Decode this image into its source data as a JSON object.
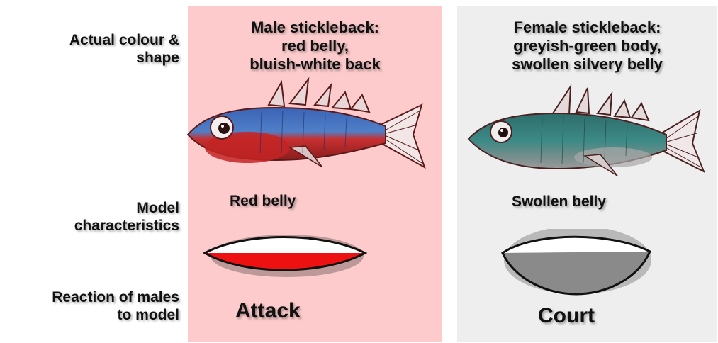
{
  "row_labels": {
    "actual": [
      "Actual colour &",
      "shape"
    ],
    "model": [
      "Model",
      "characteristics"
    ],
    "reaction": [
      "Reaction of males",
      "to model"
    ]
  },
  "male": {
    "caption": [
      "Male stickleback:",
      "red belly,",
      "bluish-white back"
    ],
    "model_label": "Red belly",
    "reaction": "Attack",
    "panel_color": "#fdcbcb",
    "belly_color": "#ee1111",
    "back_color": "#3b63b5"
  },
  "female": {
    "caption": [
      "Female stickleback:",
      "greyish-green body,",
      "swollen silvery belly"
    ],
    "model_label": "Swollen belly",
    "reaction": "Court",
    "panel_color": "#eeeeee",
    "belly_color": "#8a8a8a",
    "body_color": "#2f7f7c"
  }
}
